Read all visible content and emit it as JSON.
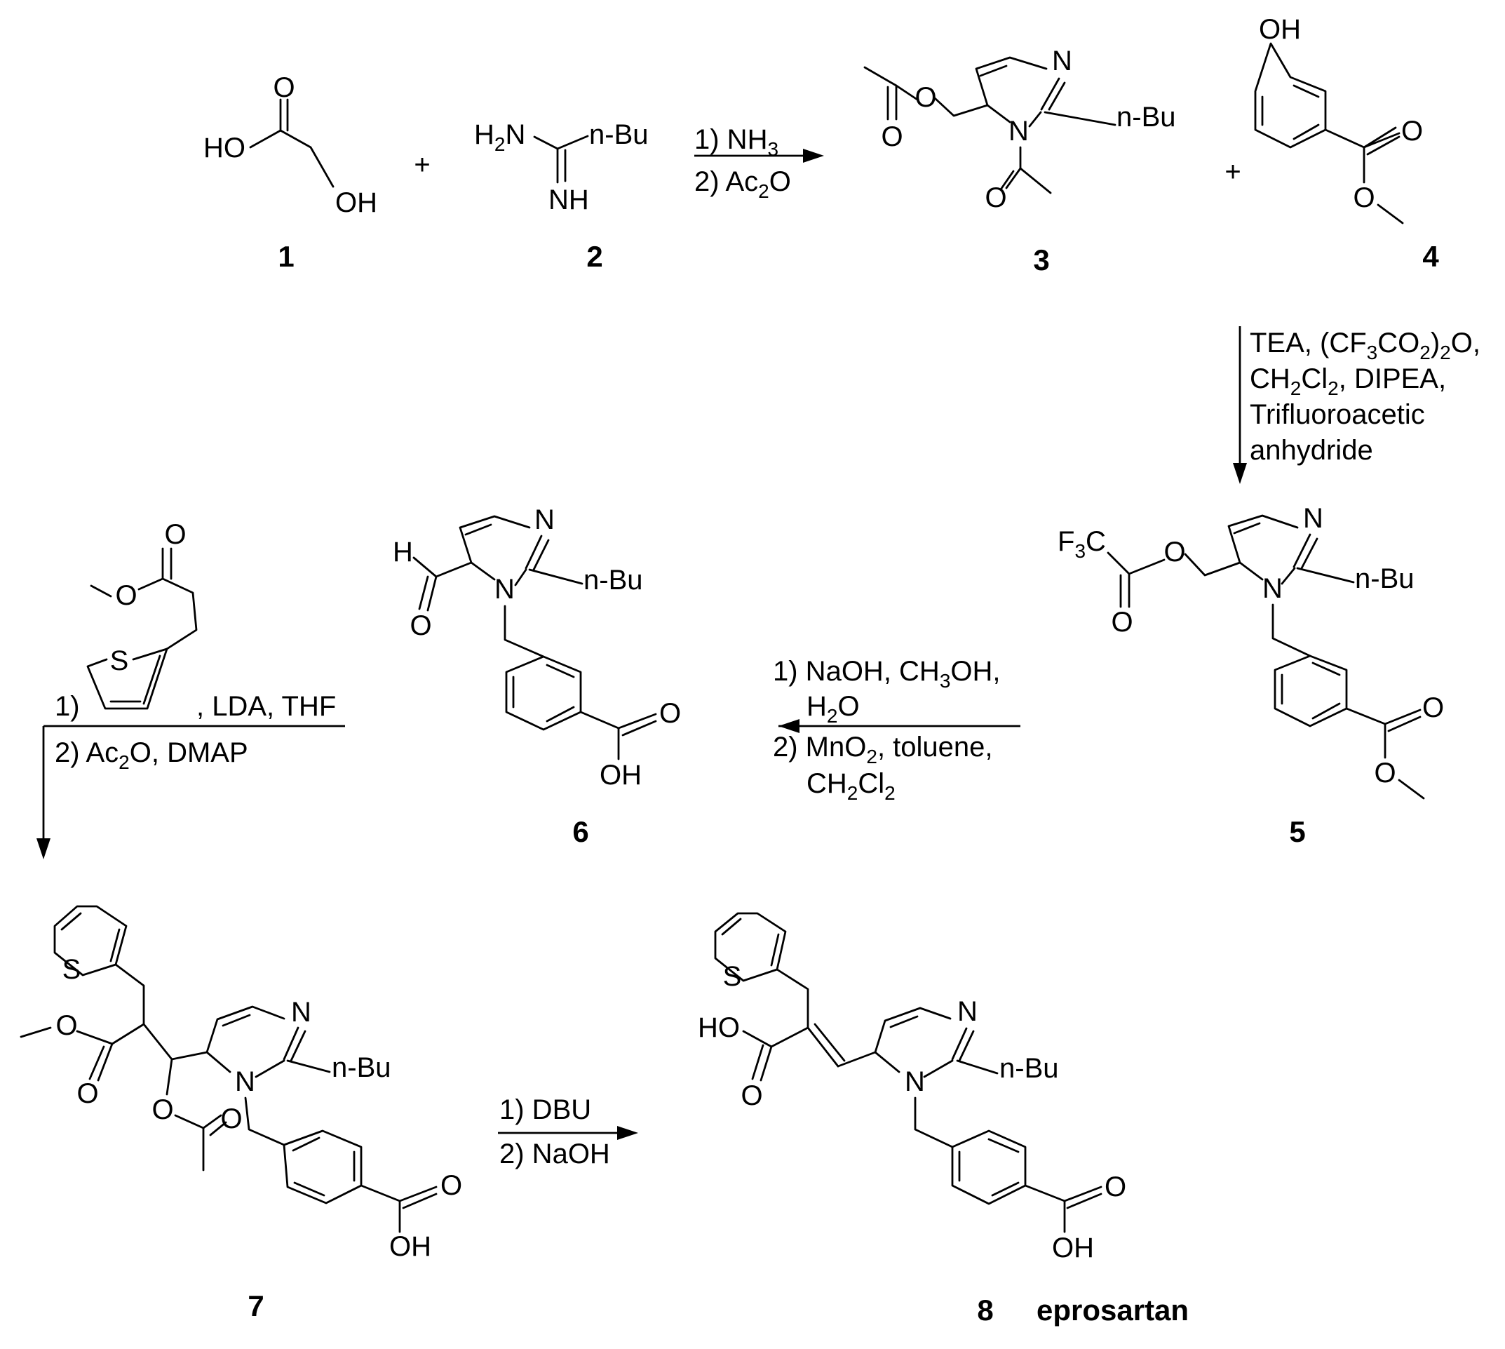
{
  "scheme": {
    "compounds": [
      {
        "number": "1"
      },
      {
        "number": "2"
      },
      {
        "number": "3"
      },
      {
        "number": "4"
      },
      {
        "number": "5"
      },
      {
        "number": "6"
      },
      {
        "number": "7"
      },
      {
        "number": "8",
        "name": "eprosartan"
      }
    ],
    "plus_signs": [
      "+",
      "+"
    ],
    "atom_labels": {
      "OH": "OH",
      "HO": "HO",
      "O": "O",
      "N": "N",
      "NH": "NH",
      "H": "H",
      "S": "S",
      "H2N_main": "H",
      "H2N_sub": "2",
      "H2N_tail": "N",
      "nBu": "n-Bu",
      "F3C_F": "F",
      "F3C_sub": "3",
      "F3C_C": "C"
    },
    "steps": {
      "step1": {
        "lines": [
          {
            "parts": [
              {
                "t": "1) NH"
              },
              {
                "t": "3",
                "sub": true
              }
            ]
          },
          {
            "parts": [
              {
                "t": "2) Ac"
              },
              {
                "t": "2",
                "sub": true
              },
              {
                "t": "O"
              }
            ]
          }
        ]
      },
      "step2": {
        "lines": [
          {
            "parts": [
              {
                "t": "TEA, (CF"
              },
              {
                "t": "3",
                "sub": true
              },
              {
                "t": "CO"
              },
              {
                "t": "2",
                "sub": true
              },
              {
                "t": ")"
              },
              {
                "t": "2",
                "sub": true
              },
              {
                "t": "O,"
              }
            ]
          },
          {
            "parts": [
              {
                "t": "CH"
              },
              {
                "t": "2",
                "sub": true
              },
              {
                "t": "Cl"
              },
              {
                "t": "2",
                "sub": true
              },
              {
                "t": ", DIPEA,"
              }
            ]
          },
          {
            "parts": [
              {
                "t": "Trifluoroacetic"
              }
            ]
          },
          {
            "parts": [
              {
                "t": "anhydride"
              }
            ]
          }
        ]
      },
      "step3": {
        "lines": [
          {
            "parts": [
              {
                "t": "1) NaOH, CH"
              },
              {
                "t": "3",
                "sub": true
              },
              {
                "t": "OH,"
              }
            ]
          },
          {
            "parts": [
              {
                "t": "H"
              },
              {
                "t": "2",
                "sub": true
              },
              {
                "t": "O"
              }
            ]
          },
          {
            "parts": [
              {
                "t": "2) MnO"
              },
              {
                "t": "2",
                "sub": true
              },
              {
                "t": ", toluene,"
              }
            ]
          },
          {
            "parts": [
              {
                "t": "CH"
              },
              {
                "t": "2",
                "sub": true
              },
              {
                "t": "Cl"
              },
              {
                "t": "2",
                "sub": true
              }
            ]
          }
        ]
      },
      "step4": {
        "lines": [
          {
            "parts": [
              {
                "t": "1)"
              }
            ]
          },
          {
            "parts": [
              {
                "t": ", LDA, THF"
              }
            ]
          },
          {
            "parts": [
              {
                "t": "2) Ac"
              },
              {
                "t": "2",
                "sub": true
              },
              {
                "t": "O, DMAP"
              }
            ]
          }
        ]
      },
      "step5": {
        "lines": [
          {
            "parts": [
              {
                "t": "1) DBU"
              }
            ]
          },
          {
            "parts": [
              {
                "t": "2) NaOH"
              }
            ]
          }
        ]
      }
    }
  }
}
